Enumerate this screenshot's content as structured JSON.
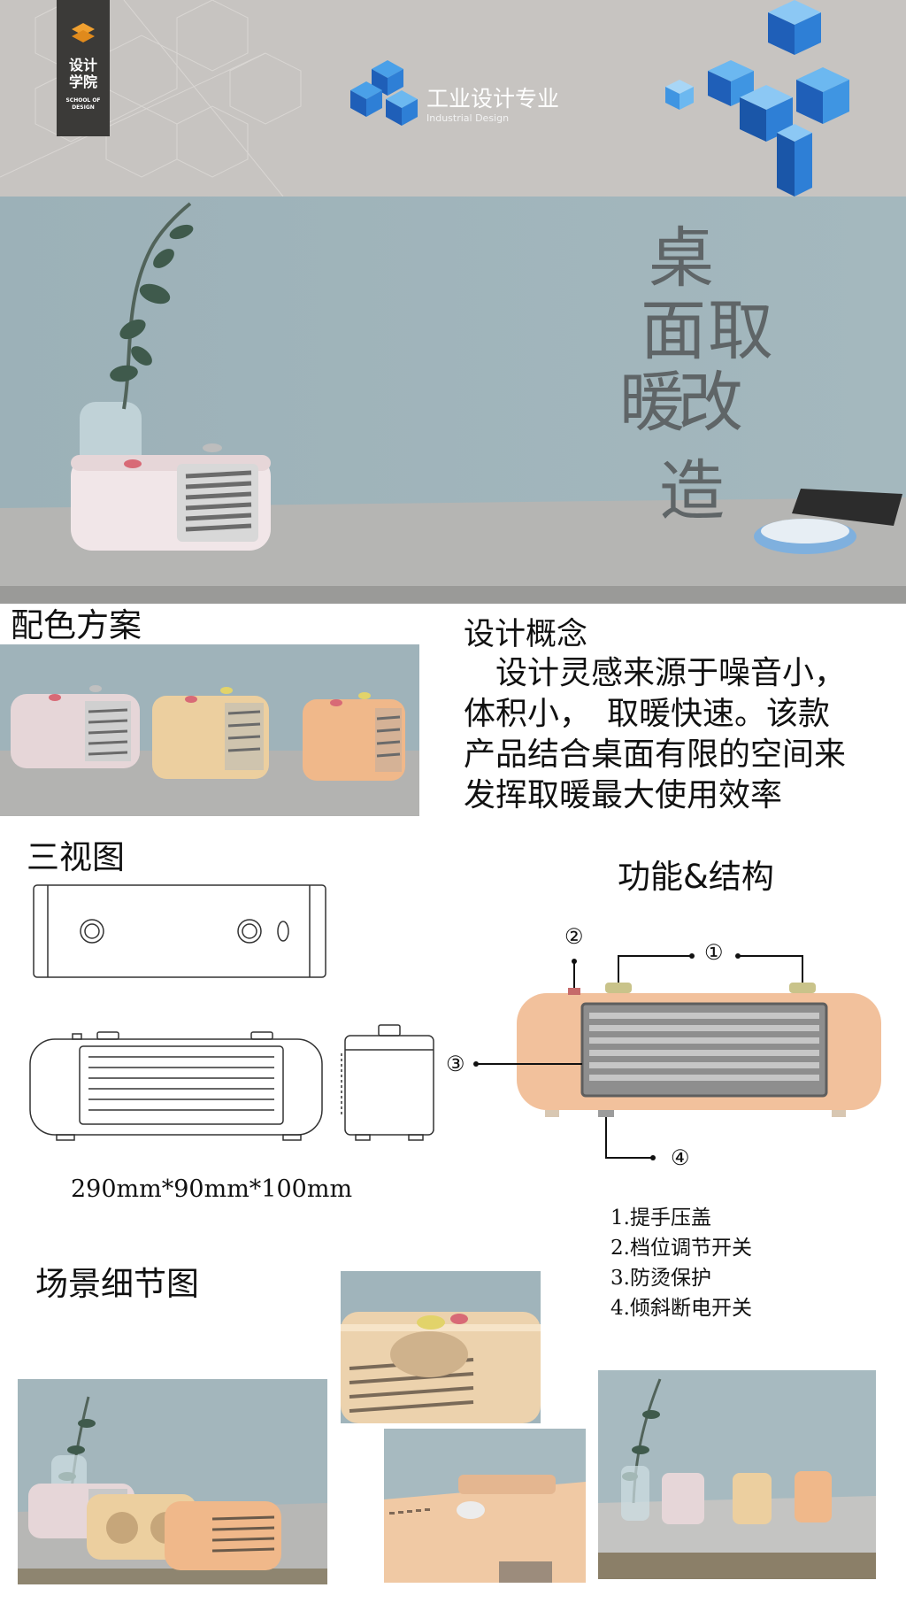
{
  "header": {
    "school_cn_line1": "设计",
    "school_cn_line2": "学院",
    "school_en_line1": "SCHOOL OF",
    "school_en_line2": "DESIGN",
    "major_title": "工业设计专业",
    "major_subtitle": "Industrial Design"
  },
  "hero": {
    "chars": [
      "桌",
      "面",
      "取",
      "暖",
      "改",
      "造"
    ]
  },
  "color_scheme": {
    "title": "配色方案"
  },
  "concept": {
    "title": "设计概念",
    "lines": [
      "　设计灵感来源于噪音小，",
      "体积小，　取暖快速。该款",
      "产品结合桌面有限的空间来",
      "发挥取暖最大使用效率"
    ]
  },
  "three_view": {
    "title": "三视图",
    "dimensions": "290mm*90mm*100mm"
  },
  "function": {
    "title": "功能&结构",
    "markers": [
      "①",
      "②",
      "③",
      "④"
    ],
    "items": [
      "1.提手压盖",
      "2.档位调节开关",
      "3.防烫保护",
      "4.倾斜断电开关"
    ]
  },
  "scene": {
    "title": "场景细节图"
  },
  "colors": {
    "pink": "#e6d6d8",
    "yellow": "#eccf9f",
    "orange": "#f0b88a",
    "wall": "#9fb3ba",
    "table": "#b9b9b9",
    "blue_logo": "#2e7fd6"
  }
}
